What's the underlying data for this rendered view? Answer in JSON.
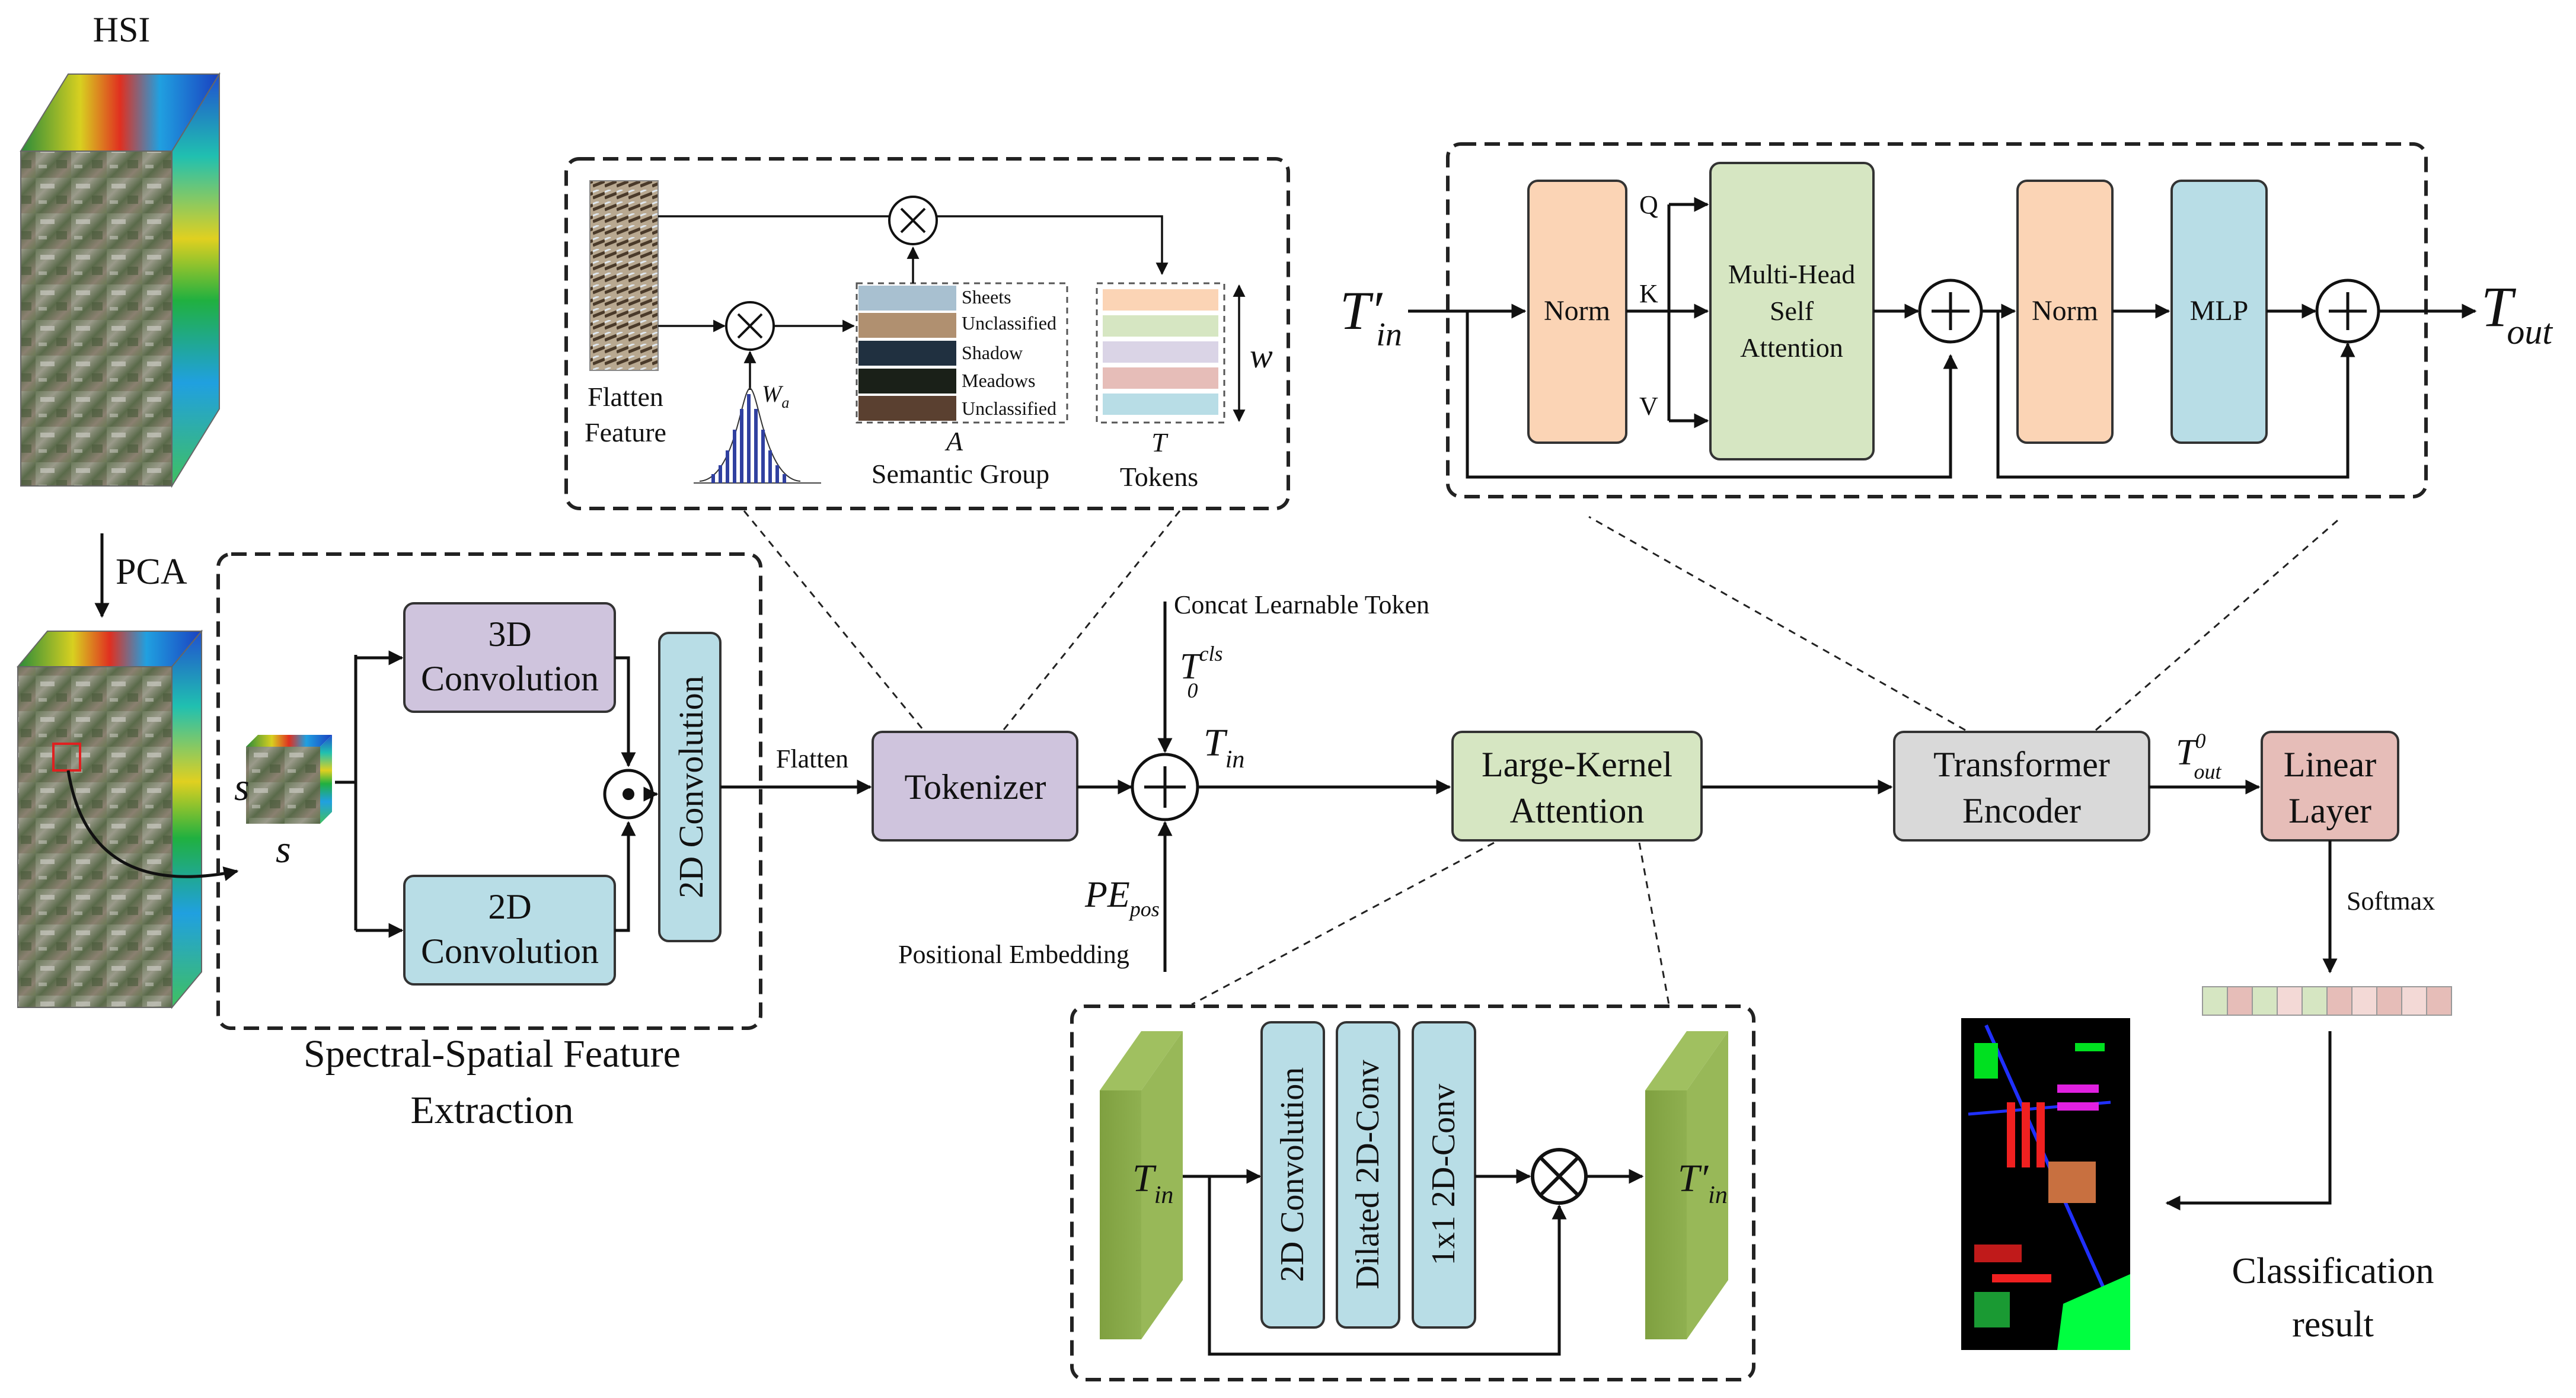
{
  "hsi": {
    "label": "HSI",
    "pca_label": "PCA",
    "patch_s1": "s",
    "patch_s2": "s"
  },
  "ssfe": {
    "title_line1": "Spectral-Spatial Feature",
    "title_line2": "Extraction",
    "conv3d_line1": "3D",
    "conv3d_line2": "Convolution",
    "conv2d_line1": "2D",
    "conv2d_line2": "Convolution",
    "conv2d_vertical": "2D Convolution"
  },
  "flatten_label": "Flatten",
  "tokenizer": {
    "label": "Tokenizer",
    "flatten_feature_1": "Flatten",
    "flatten_feature_2": "Feature",
    "wa": "W",
    "wa_sub": "a",
    "semantic_letter": "A",
    "semantic_label": "Semantic Group",
    "tokens_letter": "T",
    "tokens_label": "Tokens",
    "w_label": "w",
    "groups": [
      "Sheets",
      "Unclassified",
      "Shadow",
      "Meadows",
      "Unclassified"
    ]
  },
  "concat": {
    "label": "Concat Learnable Token",
    "t0": "T",
    "t0_sub": "0",
    "t0_sup": "cls"
  },
  "pos": {
    "pe": "PE",
    "pe_sub": "pos",
    "label": "Positional Embedding"
  },
  "tin": {
    "t": "T",
    "sub": "in"
  },
  "lka": {
    "line1": "Large-Kernel",
    "line2": "Attention",
    "b1": "2D Convolution",
    "b2": "Dilated 2D-Conv",
    "b3": "1x1 2D-Conv",
    "in_t": "T",
    "in_sub": "in",
    "out_t": "T′",
    "out_sub": "in"
  },
  "encoder": {
    "line1": "Transformer",
    "line2": "Encoder",
    "tout0": "T",
    "tout0_sub": "out",
    "tout0_sup": "0"
  },
  "transformer": {
    "tin_prime": "T′",
    "tin_sub": "in",
    "norm1": "Norm",
    "norm2": "Norm",
    "mlp": "MLP",
    "mhsa_line1": "Multi-Head",
    "mhsa_line2": "Self",
    "mhsa_line3": "Attention",
    "q": "Q",
    "k": "K",
    "v": "V",
    "tout": "T",
    "tout_sub": "out"
  },
  "linear": {
    "line1": "Linear",
    "line2": "Layer",
    "softmax": "Softmax"
  },
  "result": {
    "line1": "Classification",
    "line2": "result"
  },
  "colors": {
    "purple": "#CFC4DD",
    "blue": "#B8DDE6",
    "green": "#D6E6C2",
    "orange": "#FBD4B5",
    "gray": "#D9D9D9",
    "pink": "#E6BDB8",
    "olive": "#7FA040"
  }
}
